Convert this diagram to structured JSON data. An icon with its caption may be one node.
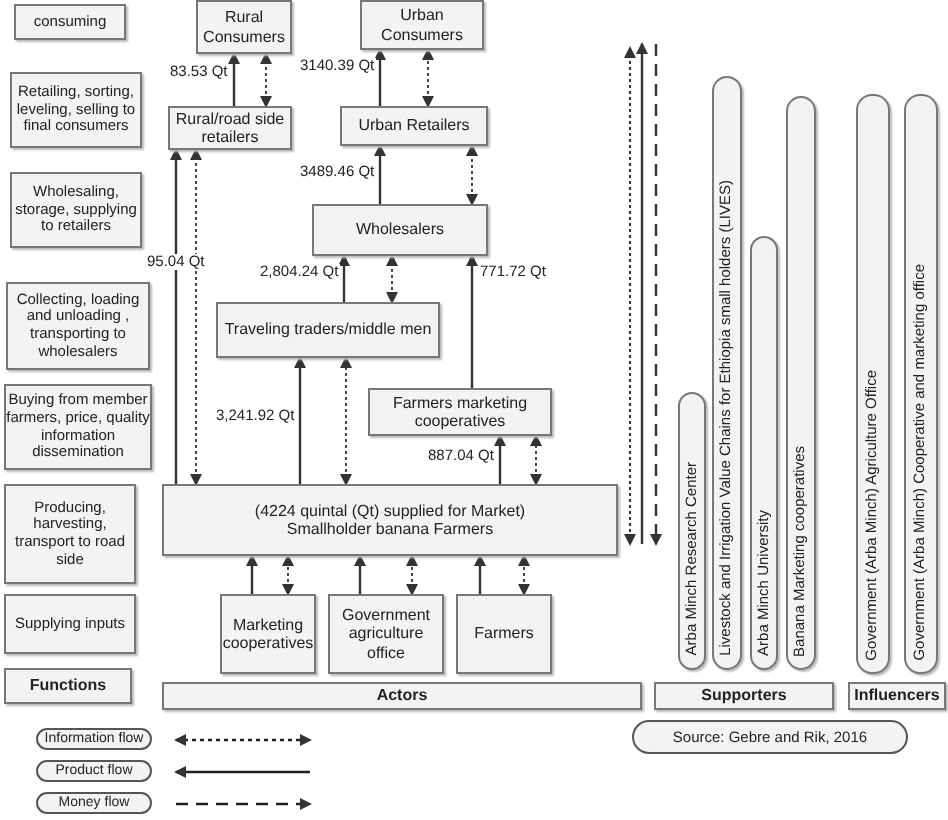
{
  "diagram": {
    "caption": "Source: Gebre and Rik, 2016",
    "nodes": [
      {
        "text": [
          "consuming"
        ]
      },
      {
        "text": [
          "Retailing, sorting, leveling, selling to final consumers"
        ]
      },
      {
        "text": [
          "Wholesaling, storage, supplying to retailers"
        ]
      },
      {
        "text": [
          "Collecting, loading and unloading , transporting to wholesalers"
        ]
      },
      {
        "text": [
          "Buying from member farmers, price, quality information dissemination"
        ]
      },
      {
        "text": [
          "Producing, harvesting, transport to road side"
        ]
      },
      {
        "text": [
          "Supplying inputs"
        ]
      },
      {
        "text": [
          "Functions"
        ]
      },
      {
        "text": [
          "Rural Consumers"
        ]
      },
      {
        "text": [
          "Urban Consumers"
        ]
      },
      {
        "text": [
          "Rural/road side retailers"
        ]
      },
      {
        "text": [
          "Urban Retailers"
        ]
      },
      {
        "text": [
          "Wholesalers"
        ]
      },
      {
        "text": [
          "Traveling traders/middle men"
        ]
      },
      {
        "text": [
          "Farmers marketing cooperatives"
        ]
      },
      {
        "text": [
          "(4224 quintal (Qt) supplied for Market)",
          "Smallholder banana Farmers"
        ]
      },
      {
        "text": [
          "Marketing cooperatives"
        ]
      },
      {
        "text": [
          "Government agriculture office"
        ]
      },
      {
        "text": [
          "Farmers"
        ]
      },
      {
        "text": [
          "Actors"
        ]
      },
      {
        "text": [
          "Arba Minch Research Center"
        ]
      },
      {
        "text": [
          "Livestock and Irrigation Value Chains for Ethiopia small holders (LIVES)"
        ]
      },
      {
        "text": [
          "Arba Minch University"
        ]
      },
      {
        "text": [
          "Banana Marketing cooperatives"
        ]
      },
      {
        "text": [
          "Supporters"
        ]
      },
      {
        "text": [
          "Government (Arba Minch) Agriculture Office"
        ]
      },
      {
        "text": [
          "Government (Arba Minch) Cooperative and marketing office"
        ]
      },
      {
        "text": [
          "Influencers"
        ]
      }
    ],
    "edges": [
      {
        "from": 10,
        "to": 8,
        "arrow": "to",
        "label": "83.53 Qt"
      },
      {
        "from": 10,
        "to": 8,
        "arrow": "both",
        "style": "dashed"
      },
      {
        "from": 11,
        "to": 9,
        "arrow": "to",
        "label": "3140.39 Qt"
      },
      {
        "from": 11,
        "to": 9,
        "arrow": "both",
        "style": "dashed"
      },
      {
        "from": 12,
        "to": 11,
        "arrow": "to",
        "label": "3489.46 Qt"
      },
      {
        "from": 12,
        "to": 11,
        "arrow": "both",
        "style": "dashed"
      },
      {
        "from": 15,
        "to": 10,
        "arrow": "to",
        "label": "95.04 Qt"
      },
      {
        "from": 15,
        "to": 10,
        "arrow": "both",
        "style": "dashed"
      },
      {
        "from": 13,
        "to": 12,
        "arrow": "to",
        "label": "2,804.24 Qt"
      },
      {
        "from": 13,
        "to": 12,
        "arrow": "both",
        "style": "dashed"
      },
      {
        "from": 14,
        "to": 12,
        "arrow": "to",
        "label": "771.72 Qt"
      },
      {
        "from": 15,
        "to": 13,
        "arrow": "to",
        "label": "3,241.92 Qt"
      },
      {
        "from": 15,
        "to": 13,
        "arrow": "both",
        "style": "dashed"
      },
      {
        "from": 15,
        "to": 14,
        "arrow": "to",
        "label": "887.04 Qt"
      },
      {
        "from": 15,
        "to": 14,
        "arrow": "both",
        "style": "dashed"
      },
      {
        "from": 16,
        "to": 15,
        "arrow": "to"
      },
      {
        "from": 16,
        "to": 15,
        "arrow": "both",
        "style": "dashed"
      },
      {
        "from": 17,
        "to": 15,
        "arrow": "to"
      },
      {
        "from": 17,
        "to": 15,
        "arrow": "both",
        "style": "dashed"
      },
      {
        "from": 18,
        "to": 15,
        "arrow": "to"
      },
      {
        "from": 18,
        "to": 15,
        "arrow": "both",
        "style": "dashed"
      }
    ],
    "legend": [
      {
        "text": "Information flow"
      },
      {
        "text": "Product flow"
      },
      {
        "text": "Money flow"
      }
    ]
  }
}
